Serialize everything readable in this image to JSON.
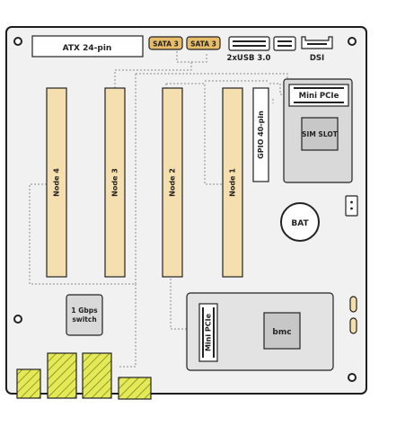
{
  "board": {
    "connectors": {
      "atx": "ATX 24-pin",
      "sata_1": "SATA 3",
      "sata_2": "SATA 3",
      "usb": "2xUSB 3.0",
      "dsi": "DSI",
      "gpio": "GPIO 40-pin"
    },
    "nodes": [
      "Node 4",
      "Node 3",
      "Node 2",
      "Node 1"
    ],
    "mini_pcie_top": "Mini PCIe",
    "sim_slot": "SIM SLOT",
    "battery": "BAT",
    "switch": {
      "line1": "1 Gbps",
      "line2": "switch"
    },
    "mini_pcie_bottom": "Mini PCIe",
    "bmc": "bmc"
  },
  "colors": {
    "board_fill": "#f1f1f1",
    "board_stroke": "#1e1e1e",
    "slot_fill": "#f5dfae",
    "sata_fill": "#e7bd6a",
    "hatch": "#e3ea55",
    "gray_fill": "#d9d9d9",
    "dotted": "#8a8a8a"
  }
}
